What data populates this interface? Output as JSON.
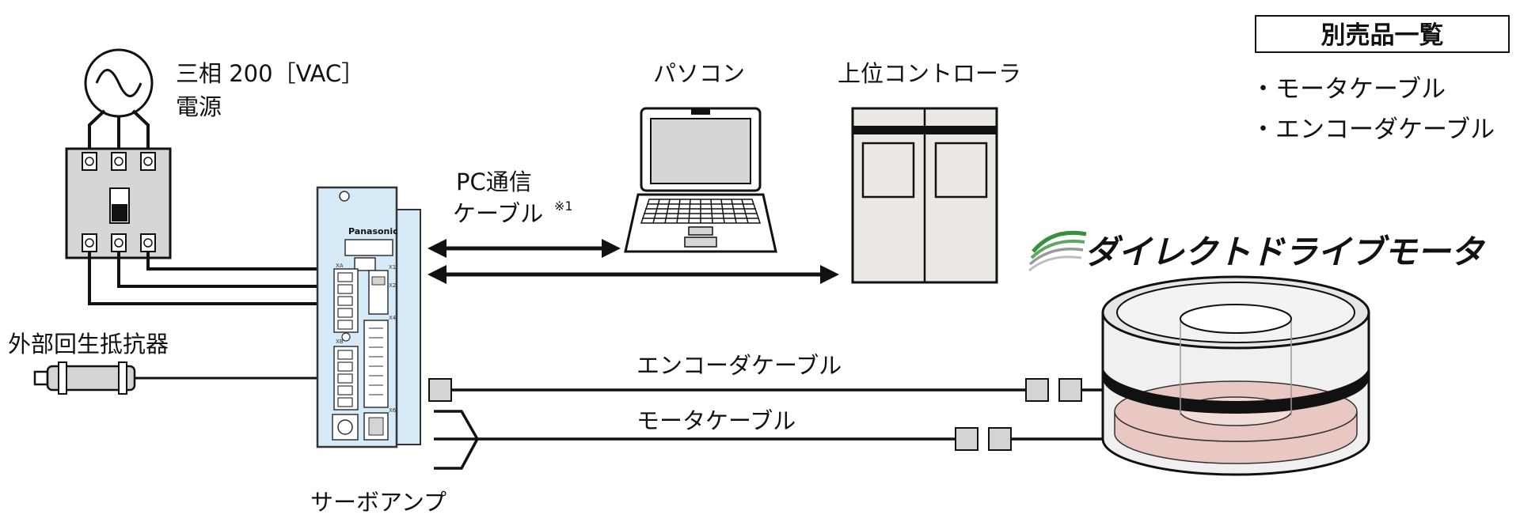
{
  "labels": {
    "power_line1": "三相 200［VAC］",
    "power_line2": "電源",
    "pc": "パソコン",
    "controller": "上位コントローラ",
    "pc_cable_line1": "PC通信",
    "pc_cable_line2": "ケーブル",
    "pc_cable_note": "※1",
    "regen_resistor": "外部回生抵抗器",
    "servo_amp": "サーボアンプ",
    "encoder_cable": "エンコーダケーブル",
    "motor_cable": "モータケーブル",
    "amp_brand": "Panasonic",
    "product_title": "ダイレクトドライブモータ"
  },
  "accessories": {
    "title": "別売品一覧",
    "items": [
      "・モータケーブル",
      "・エンコーダケーブル"
    ]
  },
  "colors": {
    "amp_blue": "#d6ebf7",
    "amp_stroke": "#333333",
    "gray_fill": "#d4d4d4",
    "controller_fill": "#ece8e4",
    "motor_pink": "#e9c7c3",
    "logo_green": "#3a8f3f"
  }
}
